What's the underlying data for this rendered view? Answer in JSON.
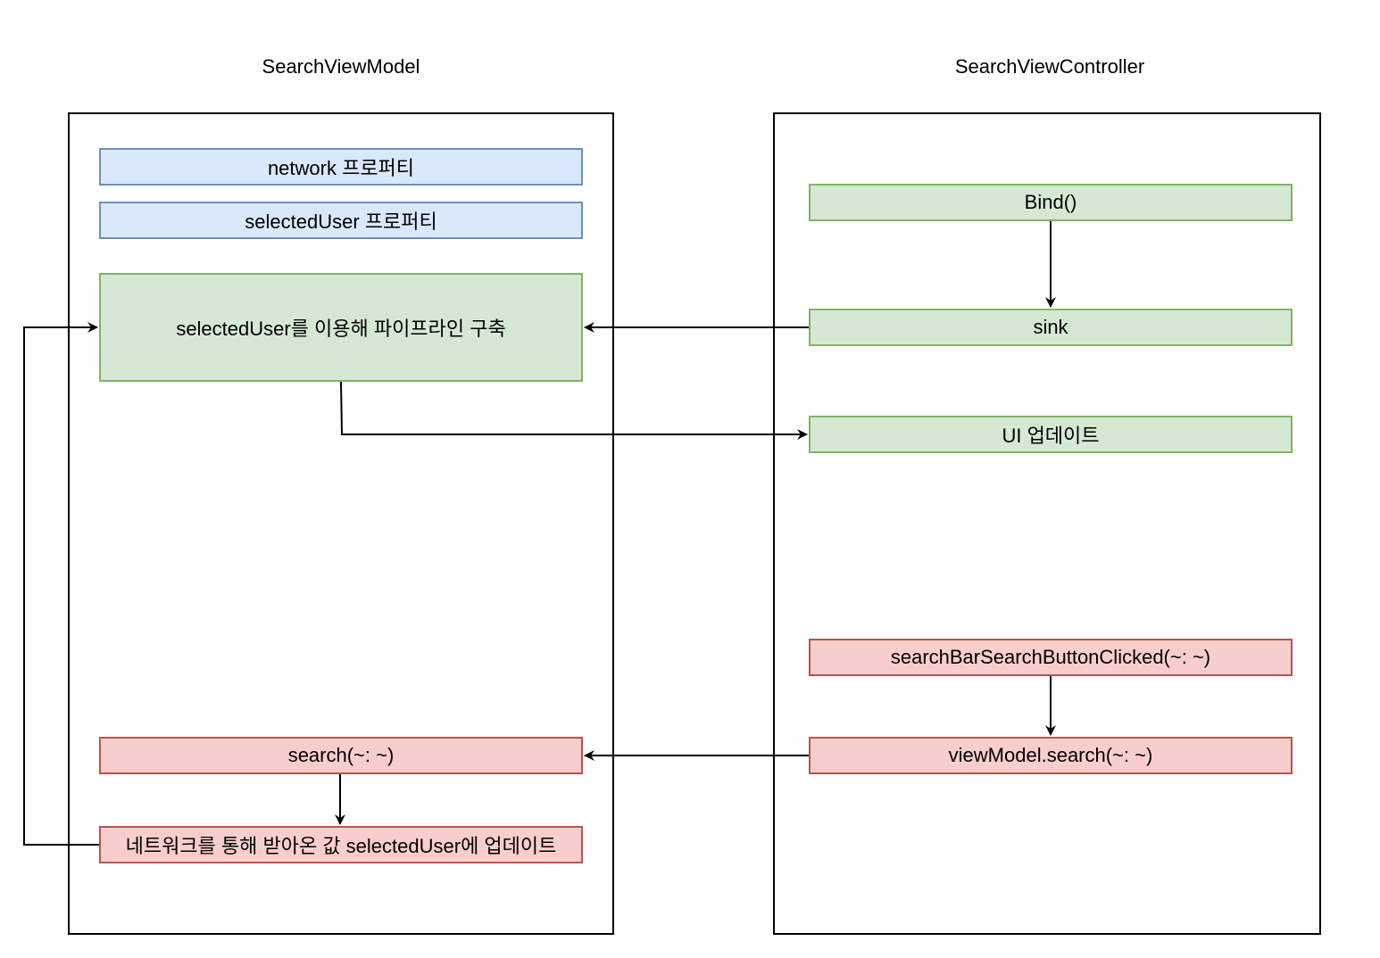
{
  "titles": {
    "left": "SearchViewModel",
    "right": "SearchViewController"
  },
  "left_nodes": {
    "network_property": "network 프로퍼티",
    "selected_user_property": "selectedUser 프로퍼티",
    "pipeline": "selectedUser를 이용해 파이프라인 구축",
    "search": "search(~: ~)",
    "network_update": "네트워크를 통해 받아온 값 selectedUser에 업데이트"
  },
  "right_nodes": {
    "bind": "Bind()",
    "sink": "sink",
    "ui_update": "UI 업데이트",
    "search_button_clicked": "searchBarSearchButtonClicked(~: ~)",
    "viewmodel_search": "viewModel.search(~: ~)"
  },
  "colors": {
    "blue_fill": "#dae8fc",
    "blue_stroke": "#6c8ebf",
    "green_fill": "#d5e8d4",
    "green_stroke": "#82b366",
    "red_fill": "#f8cecc",
    "red_stroke": "#b85450"
  }
}
